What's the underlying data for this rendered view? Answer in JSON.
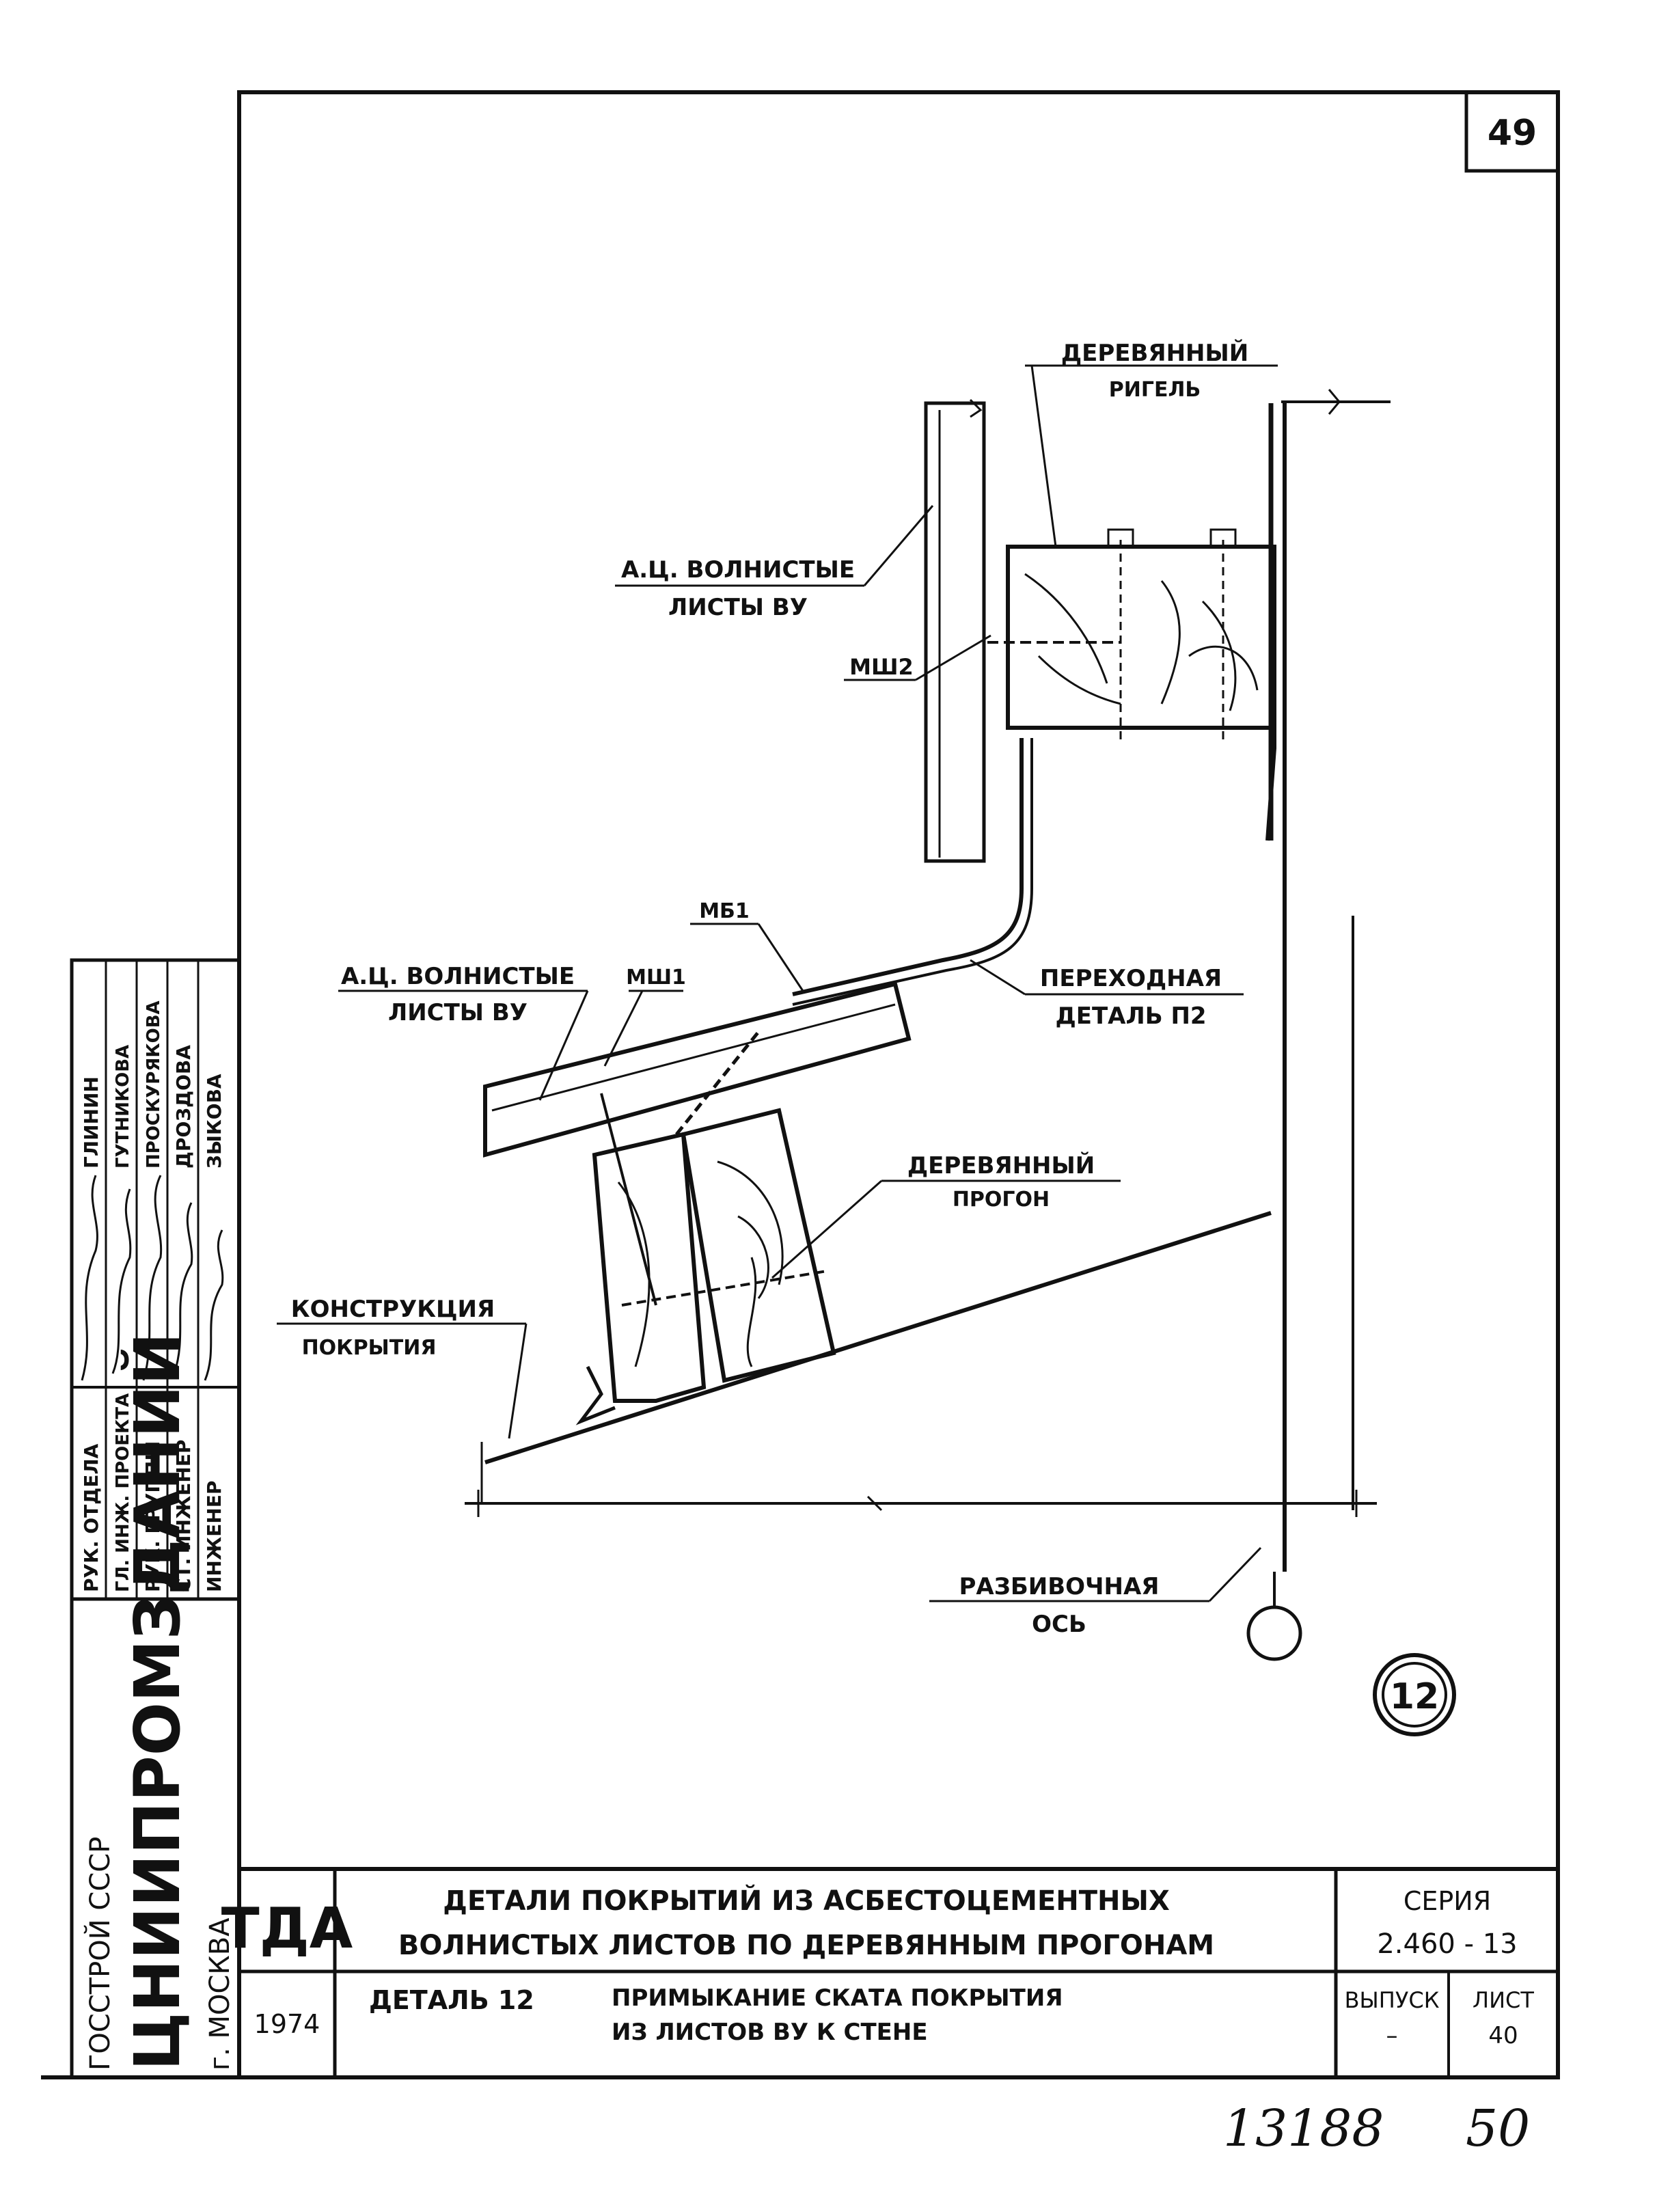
{
  "sheet": {
    "page_number": "49",
    "detail_number": "12",
    "handwritten_note_left": "13188",
    "handwritten_note_right": "50"
  },
  "callouts": {
    "wood_girt_line1": "ДЕРЕВЯННЫЙ",
    "wood_girt_line2": "РИГЕЛЬ",
    "corr_sheets_upper_line1": "А.Ц. ВОЛНИСТЫЕ",
    "corr_sheets_upper_line2": "ЛИСТЫ ВУ",
    "mark_msh2": "МШ2",
    "mark_mb1": "МБ1",
    "corr_sheets_lower_line1": "А.Ц. ВОЛНИСТЫЕ",
    "corr_sheets_lower_line2": "ЛИСТЫ ВУ",
    "mark_msh1": "МШ1",
    "transition_line1": "ПЕРЕХОДНАЯ",
    "transition_line2": "ДЕТАЛЬ П2",
    "wood_purlin_line1": "ДЕРЕВЯННЫЙ",
    "wood_purlin_line2": "ПРОГОН",
    "roof_structure_line1": "КОНСТРУКЦИЯ",
    "roof_structure_line2": "ПОКРЫТИЯ",
    "grid_axis_line1": "РАЗБИВОЧНАЯ",
    "grid_axis_line2": "ОСЬ"
  },
  "side_stamp": {
    "org_line1": "ГОССТРОЙ  СССР",
    "org_line2": "ЦНИИПРОМЗДАНИЙ",
    "org_line3": "г. МОСКВА",
    "roles": [
      "РУК. ОТДЕЛА",
      "ГЛ. ИНЖ. ПРОЕКТА",
      "РУК. ГРУППЫ",
      "СТ. ИНЖЕНЕР",
      "ИНЖЕНЕР"
    ],
    "names": [
      "ГЛИНИН",
      "ГУТНИКОВА",
      "ПРОСКУРЯКОВА",
      "ДРОЗДОВА",
      "ЗЫКОВА"
    ]
  },
  "title_block": {
    "code": "ТДА",
    "year": "1974",
    "title_line1": "ДЕТАЛИ  ПОКРЫТИЙ  ИЗ  АСБЕСТОЦЕМЕНТНЫХ",
    "title_line2": "ВОЛНИСТЫХ  ЛИСТОВ  ПО  ДЕРЕВЯННЫМ  ПРОГОНАМ",
    "detail_label": "ДЕТАЛЬ  12",
    "detail_desc_line1": "ПРИМЫКАНИЕ  СКАТА  ПОКРЫТИЯ",
    "detail_desc_line2": "ИЗ  ЛИСТОВ  ВУ  К  СТЕНЕ",
    "series_label": "СЕРИЯ",
    "series_value": "2.460 - 13",
    "issue_label": "ВЫПУСК",
    "issue_value": "–",
    "sheet_label": "ЛИСТ",
    "sheet_value": "40"
  }
}
